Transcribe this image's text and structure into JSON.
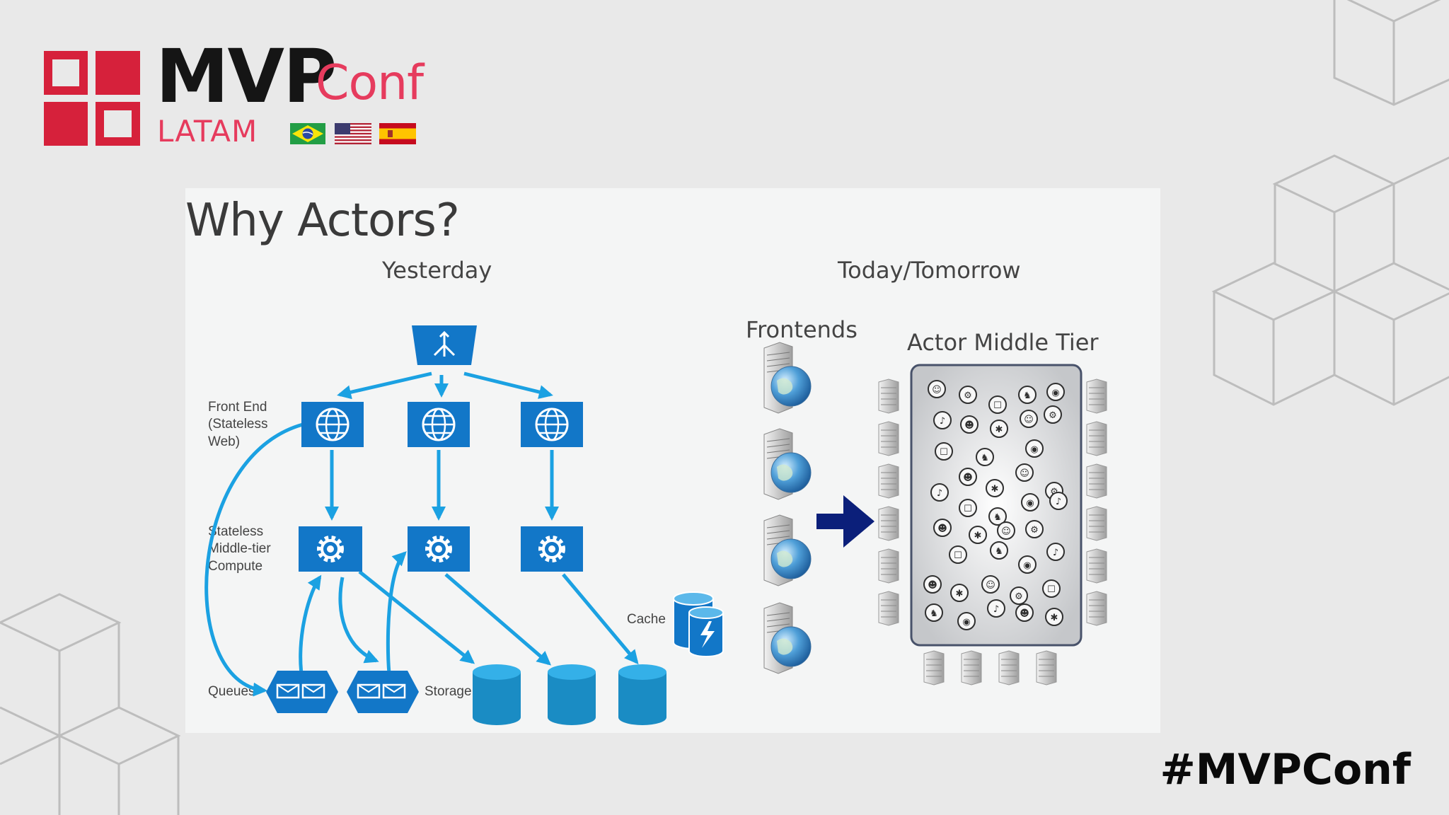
{
  "branding": {
    "logo_main": "MVP",
    "logo_conf": "Conf",
    "logo_sub": "LATAM",
    "hashtag": "#MVPConf",
    "flags": [
      "brazil-flag-icon",
      "usa-flag-icon",
      "spain-flag-icon"
    ],
    "brand_color": "#d6213b",
    "accent_text_color": "#e63b5d"
  },
  "slide": {
    "title": "Why Actors?",
    "yesterday": {
      "heading": "Yesterday",
      "front_end_label": "Front End\n(Stateless\nWeb)",
      "middle_label": "Stateless\nMiddle-tier\nCompute",
      "queues_label": "Queues",
      "storage_label": "Storage",
      "cache_label": "Cache",
      "icons": [
        "load-balancer-icon",
        "globe-icon",
        "gear-icon",
        "queue-icon",
        "storage-icon",
        "cache-icon"
      ],
      "node_color": "#1277c8"
    },
    "today": {
      "heading": "Today/Tomorrow",
      "frontends_label": "Frontends",
      "middle_tier_label": "Actor Middle Tier",
      "icons": [
        "server-globe-icon",
        "arrow-right-icon",
        "server-icon",
        "actor-icon"
      ],
      "arrow_color": "#0b1f7a"
    }
  }
}
